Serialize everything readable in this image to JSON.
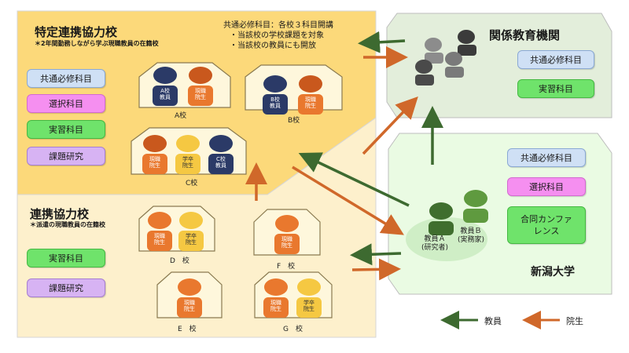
{
  "specific": {
    "title": "特定連携協力校",
    "subtitle": "＊2年間勤務しながら学ぶ現職教員の在籍校",
    "note_lines": [
      "共通必修科目：各校３科目開講",
      "・当該校の学校課題を対象",
      "・当該校の教員にも開放"
    ],
    "pills": [
      "共通必修科目",
      "選択科目",
      "実習科目",
      "課題研究"
    ],
    "schools": {
      "a": {
        "label": "A校",
        "people": [
          "A校\n教員",
          "現職\n院生"
        ]
      },
      "b": {
        "label": "B校",
        "people": [
          "B校\n教員",
          "現職\n院生"
        ]
      },
      "c": {
        "label": "C校",
        "people": [
          "現職\n院生",
          "学卒\n院生",
          "C校\n教員"
        ]
      }
    }
  },
  "partner": {
    "title": "連携協力校",
    "subtitle": "＊派遣の現職教員の在籍校",
    "pills": [
      "実習科目",
      "課題研究"
    ],
    "schools": {
      "d": {
        "label": "D　校",
        "people": [
          "現職\n院生",
          "学卒\n院生"
        ]
      },
      "f": {
        "label": "F　校",
        "people": [
          "現職\n院生"
        ]
      },
      "e": {
        "label": "E　校",
        "people": [
          "現職\n院生"
        ]
      },
      "g": {
        "label": "G　校",
        "people": [
          "現職\n院生",
          "学卒\n院生"
        ]
      }
    }
  },
  "institutions": {
    "title": "関係教育機関",
    "pills": [
      "共通必修科目",
      "実習科目"
    ]
  },
  "university": {
    "title": "新潟大学",
    "pills": [
      "共通必修科目",
      "選択科目",
      "合同カンファ\nレンス"
    ],
    "faculty_a": "教員Ａ\n(研究者)",
    "faculty_b": "教員Ｂ\n(実務家)"
  },
  "legend": {
    "faculty": "教員",
    "student": "院生"
  },
  "colors": {
    "faculty_arrow": "#3d6a30",
    "student_arrow": "#d0682a",
    "navy": "#2b3a67",
    "orange": "#e9782e",
    "yellow": "#f5c842",
    "dark_green": "#3f6e2e",
    "mid_green": "#5f9a3f"
  }
}
